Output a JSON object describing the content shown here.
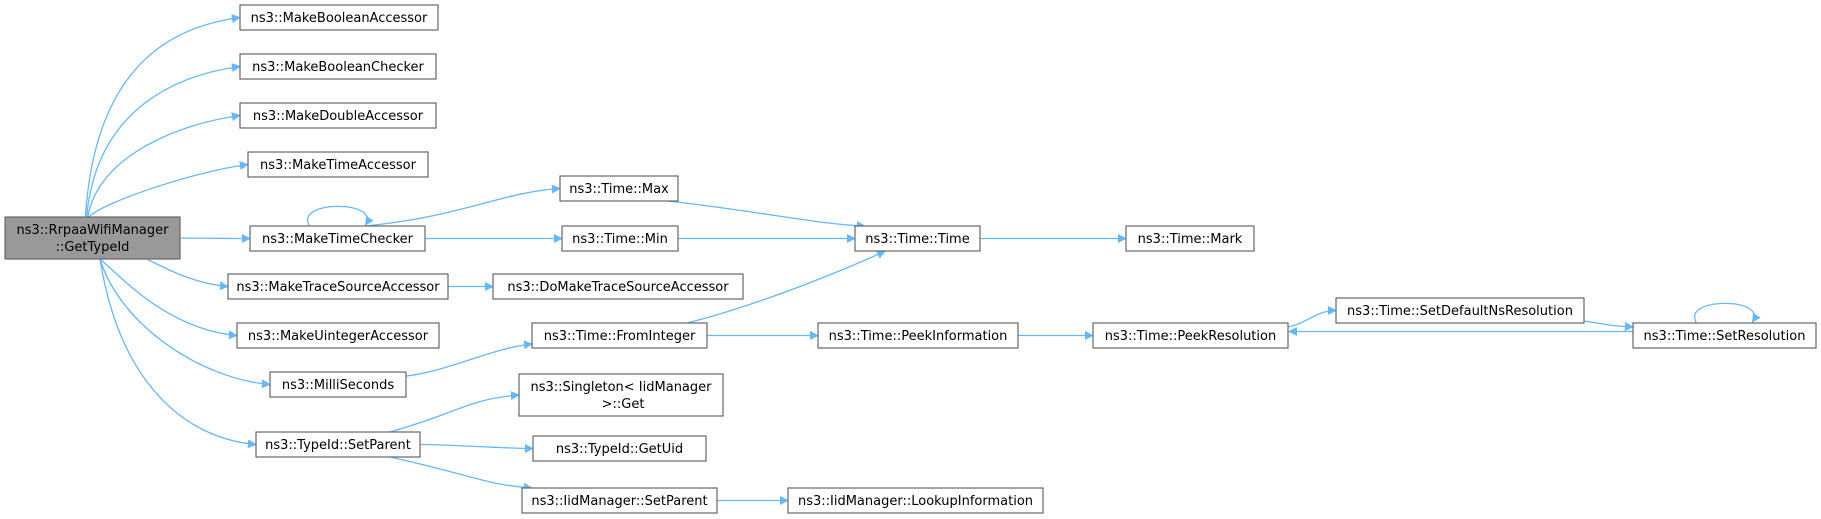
{
  "colors": {
    "edge": "#63b8ff",
    "node_border": "#666666",
    "root_fill": "#999999",
    "node_fill": "#ffffff"
  },
  "nodes": {
    "root": [
      "ns3::RrpaaWifiManager",
      "::GetTypeId"
    ],
    "make_boolean_accessor": [
      "ns3::MakeBooleanAccessor"
    ],
    "make_boolean_checker": [
      "ns3::MakeBooleanChecker"
    ],
    "make_double_accessor": [
      "ns3::MakeDoubleAccessor"
    ],
    "make_time_accessor": [
      "ns3::MakeTimeAccessor"
    ],
    "make_time_checker": [
      "ns3::MakeTimeChecker"
    ],
    "make_trace_source_accessor": [
      "ns3::MakeTraceSourceAccessor"
    ],
    "make_uinteger_accessor": [
      "ns3::MakeUintegerAccessor"
    ],
    "milli_seconds": [
      "ns3::MilliSeconds"
    ],
    "typeid_set_parent": [
      "ns3::TypeId::SetParent"
    ],
    "time_max": [
      "ns3::Time::Max"
    ],
    "time_min": [
      "ns3::Time::Min"
    ],
    "do_make_trace_source_accessor": [
      "ns3::DoMakeTraceSourceAccessor"
    ],
    "time_from_integer": [
      "ns3::Time::FromInteger"
    ],
    "singleton_get": [
      "ns3::Singleton< IidManager",
      " >::Get"
    ],
    "typeid_get_uid": [
      "ns3::TypeId::GetUid"
    ],
    "iid_set_parent": [
      "ns3::IidManager::SetParent"
    ],
    "time_time": [
      "ns3::Time::Time"
    ],
    "time_peek_information": [
      "ns3::Time::PeekInformation"
    ],
    "iid_lookup_information": [
      "ns3::IidManager::LookupInformation"
    ],
    "time_mark": [
      "ns3::Time::Mark"
    ],
    "time_peek_resolution": [
      "ns3::Time::PeekResolution"
    ],
    "time_set_default_ns_resolution": [
      "ns3::Time::SetDefaultNsResolution"
    ],
    "time_set_resolution": [
      "ns3::Time::SetResolution"
    ]
  },
  "edges": [
    [
      "root",
      "make_boolean_accessor"
    ],
    [
      "root",
      "make_boolean_checker"
    ],
    [
      "root",
      "make_double_accessor"
    ],
    [
      "root",
      "make_time_accessor"
    ],
    [
      "root",
      "make_time_checker"
    ],
    [
      "root",
      "make_trace_source_accessor"
    ],
    [
      "root",
      "make_uinteger_accessor"
    ],
    [
      "root",
      "milli_seconds"
    ],
    [
      "root",
      "typeid_set_parent"
    ],
    [
      "make_time_checker",
      "make_time_checker"
    ],
    [
      "make_time_checker",
      "time_max"
    ],
    [
      "make_time_checker",
      "time_min"
    ],
    [
      "make_trace_source_accessor",
      "do_make_trace_source_accessor"
    ],
    [
      "milli_seconds",
      "time_from_integer"
    ],
    [
      "typeid_set_parent",
      "singleton_get"
    ],
    [
      "typeid_set_parent",
      "typeid_get_uid"
    ],
    [
      "typeid_set_parent",
      "iid_set_parent"
    ],
    [
      "time_max",
      "time_time"
    ],
    [
      "time_min",
      "time_time"
    ],
    [
      "time_from_integer",
      "time_time"
    ],
    [
      "time_from_integer",
      "time_peek_information"
    ],
    [
      "iid_set_parent",
      "iid_lookup_information"
    ],
    [
      "time_time",
      "time_mark"
    ],
    [
      "time_peek_information",
      "time_peek_resolution"
    ],
    [
      "time_peek_resolution",
      "time_set_default_ns_resolution"
    ],
    [
      "time_set_default_ns_resolution",
      "time_set_resolution"
    ],
    [
      "time_set_resolution",
      "time_peek_resolution"
    ],
    [
      "time_set_resolution",
      "time_set_resolution"
    ]
  ]
}
